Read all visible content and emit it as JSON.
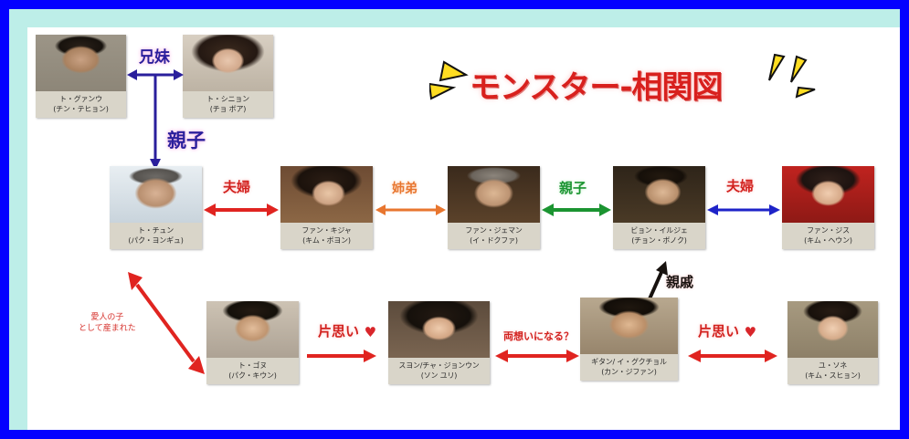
{
  "title": {
    "text": "モンスター-相関図",
    "color": "#d8201d",
    "spark_color": "#ffdd22"
  },
  "frame": {
    "outer_color": "#0400ff",
    "inner_color": "#bdeee8",
    "canvas_color": "#ffffff"
  },
  "people": [
    {
      "id": "gwanwoo",
      "name": "ト・グァンウ",
      "actor": "(チン・テヒョン)"
    },
    {
      "id": "shinyoung",
      "name": "ト・シニョン",
      "actor": "(チョ ボア)"
    },
    {
      "id": "chun",
      "name": "ト・チュン",
      "actor": "(パク・ヨンギュ)"
    },
    {
      "id": "kija",
      "name": "ファン・キジャ",
      "actor": "(キム・ボヨン)"
    },
    {
      "id": "jaeman",
      "name": "ファン・ジェマン",
      "actor": "(イ・ドクファ)"
    },
    {
      "id": "ilje",
      "name": "ビョン・イルジェ",
      "actor": "(チョン・ボノク)"
    },
    {
      "id": "jisu",
      "name": "ファン・ジス",
      "actor": "(キム・ヘウン)"
    },
    {
      "id": "gonu",
      "name": "ト・ゴヌ",
      "actor": "(パク・キウン)"
    },
    {
      "id": "suyeon",
      "name": "スヨン/チャ・ジョンウン",
      "actor": "(ソン ユリ)"
    },
    {
      "id": "gitan",
      "name": "ギタン/ イ・グクチョル",
      "actor": "(カン・ジファン)"
    },
    {
      "id": "sone",
      "name": "ユ・ソネ",
      "actor": "(キム・スヒョン)"
    }
  ],
  "relations": [
    {
      "id": "siblings_top",
      "label": "兄妹",
      "color": "#2a1f9c"
    },
    {
      "id": "parent_child1",
      "label": "親子",
      "color": "#2a1f9c"
    },
    {
      "id": "couple1",
      "label": "夫婦",
      "color": "#d2221f"
    },
    {
      "id": "sister_bro",
      "label": "姉弟",
      "color": "#e8762f"
    },
    {
      "id": "parent_child2",
      "label": "親子",
      "color": "#1b9431"
    },
    {
      "id": "couple2",
      "label": "夫婦",
      "color": "#d2221f"
    },
    {
      "id": "relative",
      "label": "親戚",
      "color": "#17120f"
    },
    {
      "id": "mistress",
      "label_line1": "愛人の子",
      "label_line2": "として産まれた",
      "color": "#d63a35"
    },
    {
      "id": "unrequited1",
      "label": "片思い",
      "heart": "♥",
      "color": "#d2221f"
    },
    {
      "id": "mutual",
      "label": "両想いになる？",
      "color": "#d2221f"
    },
    {
      "id": "unrequited2",
      "label": "片思い",
      "heart": "♥",
      "color": "#d2221f"
    }
  ]
}
